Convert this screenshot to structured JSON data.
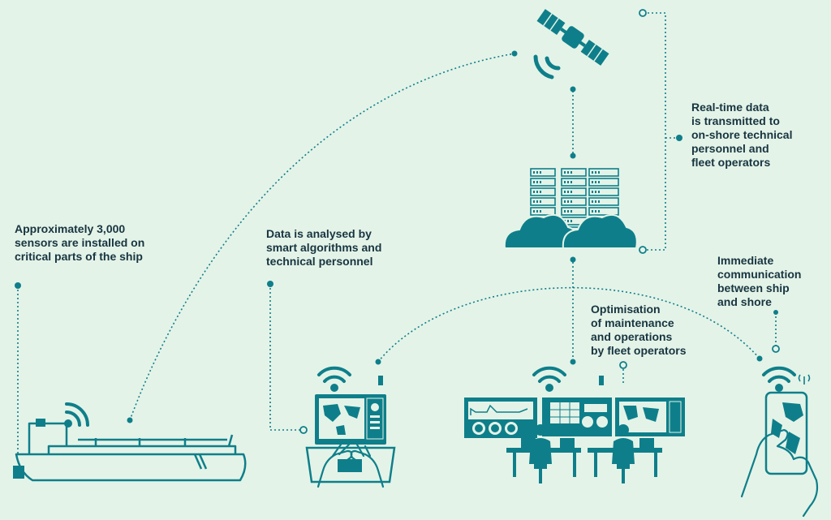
{
  "labels": {
    "sensors": "Approximately 3,000\nsensors are installed on\ncritical parts of the ship",
    "analysed": "Data is analysed by\nsmart algorithms and\ntechnical personnel",
    "realtime": "Real-time data\nis transmitted to\non-shore technical\npersonnel and\nfleet operators",
    "immediate": "Immediate\ncommunication\nbetween ship\nand shore",
    "optimisation": "Optimisation\nof maintenance\nand operations\nby fleet operators"
  },
  "colors": {
    "teal": "#0e7f8a",
    "background": "#e4f3e8",
    "text": "#173540"
  },
  "icons": [
    "satellite-icon",
    "server-cloud-icon",
    "ship-icon",
    "laptop-icon",
    "control-room-icon",
    "smartphone-icon",
    "wifi-icon"
  ]
}
